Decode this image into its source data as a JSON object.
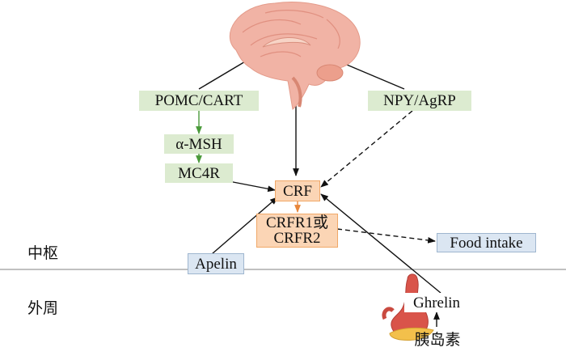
{
  "regions": {
    "central": "中枢",
    "peripheral": "外周"
  },
  "nodes": {
    "pomc": "POMC/CART",
    "amsh": "α-MSH",
    "mc4r": "MC4R",
    "npy": "NPY/AgRP",
    "crf": "CRF",
    "crfr_line1": "CRFR1或",
    "crfr_line2": "CRFR2",
    "food": "Food intake",
    "apelin": "Apelin",
    "ghrelin": "Ghrelin",
    "insulin": "胰岛素"
  },
  "colors": {
    "green_box": "#dcebd0",
    "orange_box": "#fbd5b5",
    "blue_box": "#dbe6f2",
    "green_arrow": "#4a9a3a",
    "orange_arrow": "#e8863a",
    "divider": "#9a9a9a"
  },
  "icons": {
    "brain": "brain-icon",
    "stomach_pancreas": "stomach-pancreas-icon"
  }
}
